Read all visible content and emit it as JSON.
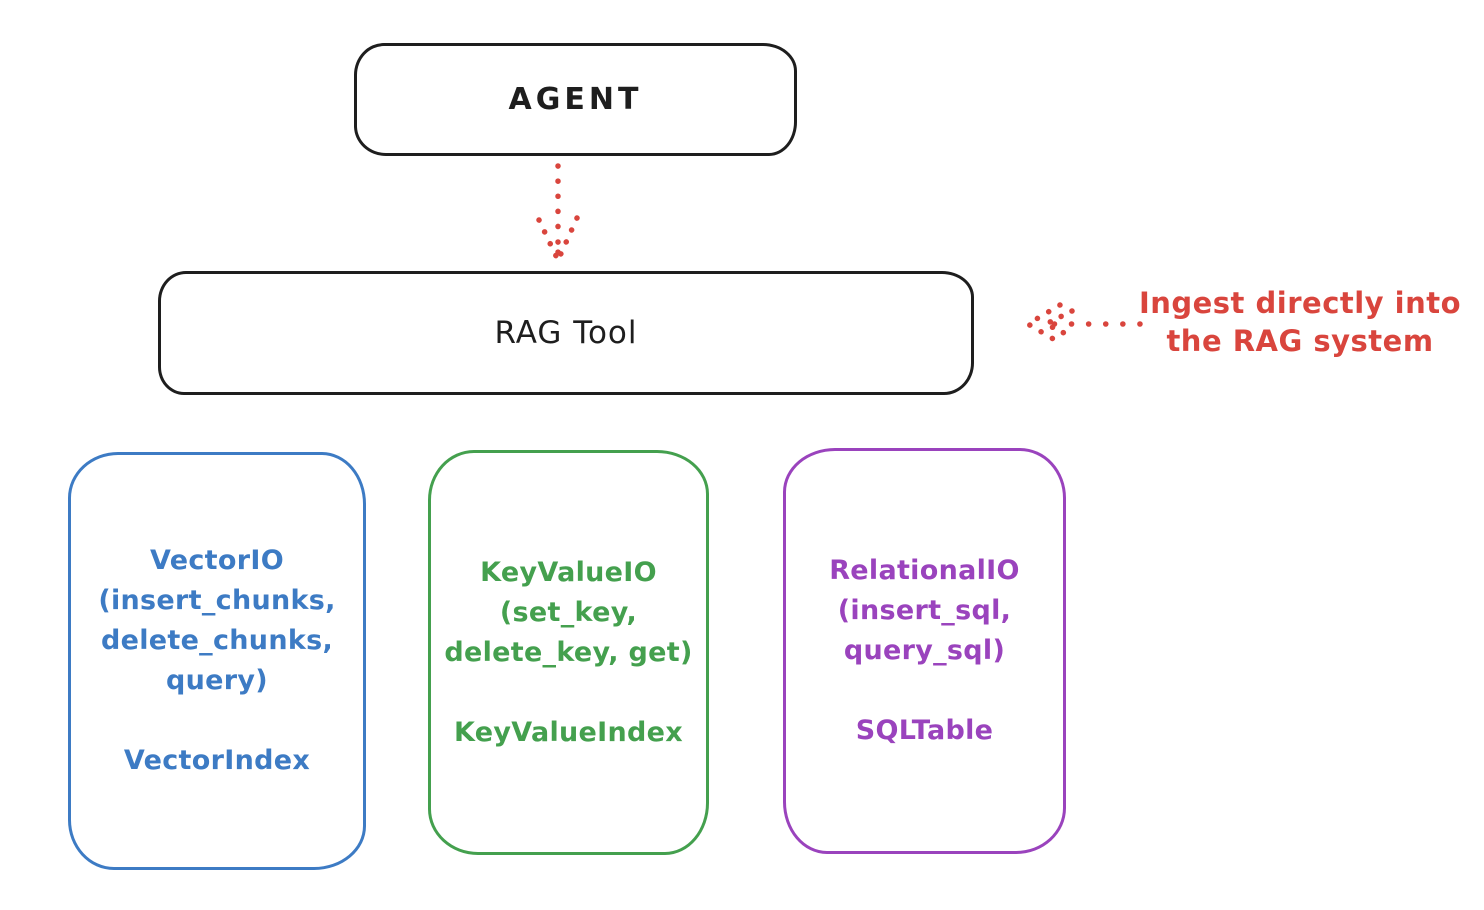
{
  "agent_box": {
    "label": "AGENT",
    "stroke_color": "#1e1e1e"
  },
  "rag_tool_box": {
    "label": "RAG Tool",
    "stroke_color": "#1e1e1e"
  },
  "agent_to_rag_arrow": {
    "color": "#d9453d",
    "style": "dotted",
    "direction": "down"
  },
  "ingest_annotation": {
    "lines": [
      "Ingest directly into",
      "the RAG system"
    ],
    "color": "#d9453d",
    "arrow_style": "dotted",
    "arrow_direction": "left"
  },
  "backends": [
    {
      "id": "vector-io",
      "color": "#3d7bc4",
      "lines": [
        "VectorIO",
        "(insert_chunks,",
        "delete_chunks,",
        "query)"
      ],
      "index_label": "VectorIndex"
    },
    {
      "id": "keyvalue-io",
      "color": "#44a04e",
      "lines": [
        "KeyValueIO",
        "(set_key,",
        "delete_key, get)"
      ],
      "index_label": "KeyValueIndex"
    },
    {
      "id": "relational-io",
      "color": "#9a43bd",
      "lines": [
        "RelationalIO",
        "(insert_sql,",
        "query_sql)"
      ],
      "index_label": "SQLTable"
    }
  ]
}
